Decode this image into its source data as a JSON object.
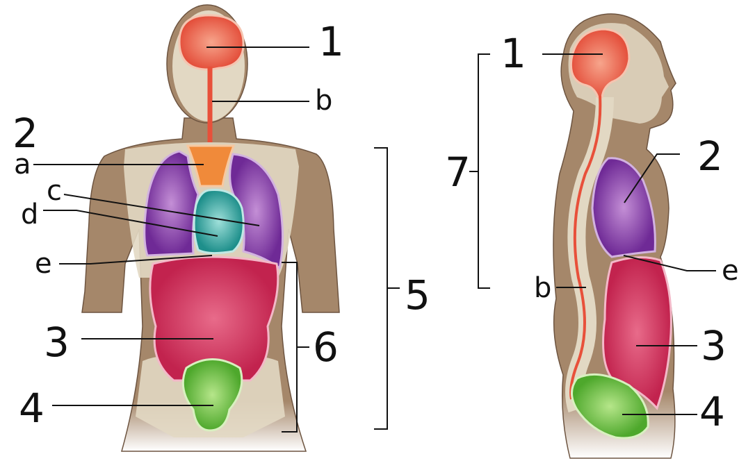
{
  "colors": {
    "skin": "#a5876a",
    "bone": "#e2d8c3",
    "brain": "#ec6a55",
    "spinal_cord": "#e8503a",
    "trachea": "#f08a3a",
    "lungs": "#8a3fa8",
    "heart": "#2aa5a0",
    "abdomen": "#d8335e",
    "bladder": "#6fc048"
  },
  "front_view": {
    "labels": {
      "brain": "1",
      "spinal_cord": "b",
      "thoracic": "2",
      "trachea": "a",
      "lung": "c",
      "heart": "d",
      "diaphragm": "e",
      "abdominal": "3",
      "pelvic": "4",
      "ventral_bracket": "5",
      "abdominopelvic_bracket": "6"
    }
  },
  "side_view": {
    "labels": {
      "brain": "1",
      "dorsal_bracket": "7",
      "thoracic": "2",
      "spinal_cord": "b",
      "diaphragm": "e",
      "abdominal": "3",
      "pelvic": "4"
    }
  }
}
